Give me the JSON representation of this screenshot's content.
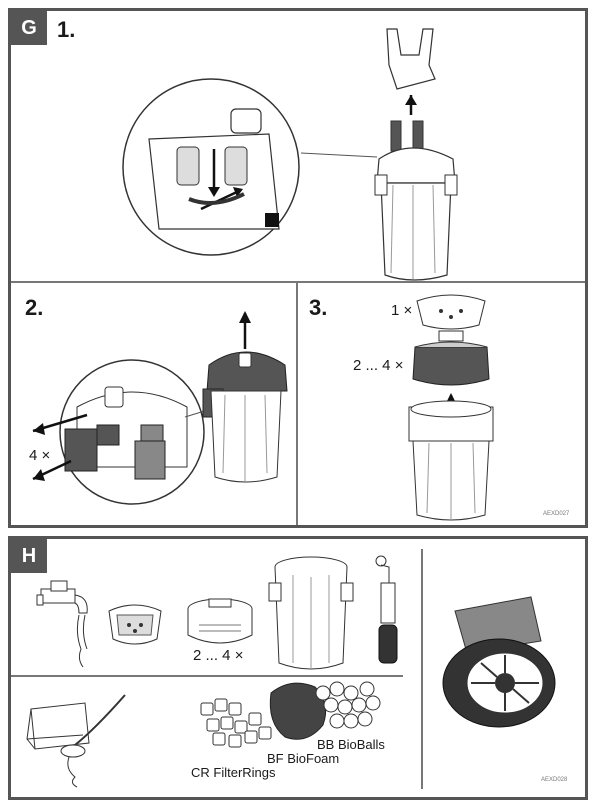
{
  "panel_g": {
    "letter": "G",
    "step1": "1.",
    "step2": "2.",
    "step3": "3.",
    "label_4x": "4 ×",
    "label_1x": "1 ×",
    "label_2to4x": "2 ... 4 ×",
    "code": "AEXD027"
  },
  "panel_h": {
    "letter": "H",
    "label_2to4x": "2 ... 4 ×",
    "bb_label": "BB BioBalls",
    "bf_label": "BF BioFoam",
    "cr_label": "CR FilterRings",
    "code": "AEXD028"
  },
  "colors": {
    "border": "#555555",
    "dark_part": "#4a4a4a",
    "mid_part": "#8a8a8a"
  }
}
